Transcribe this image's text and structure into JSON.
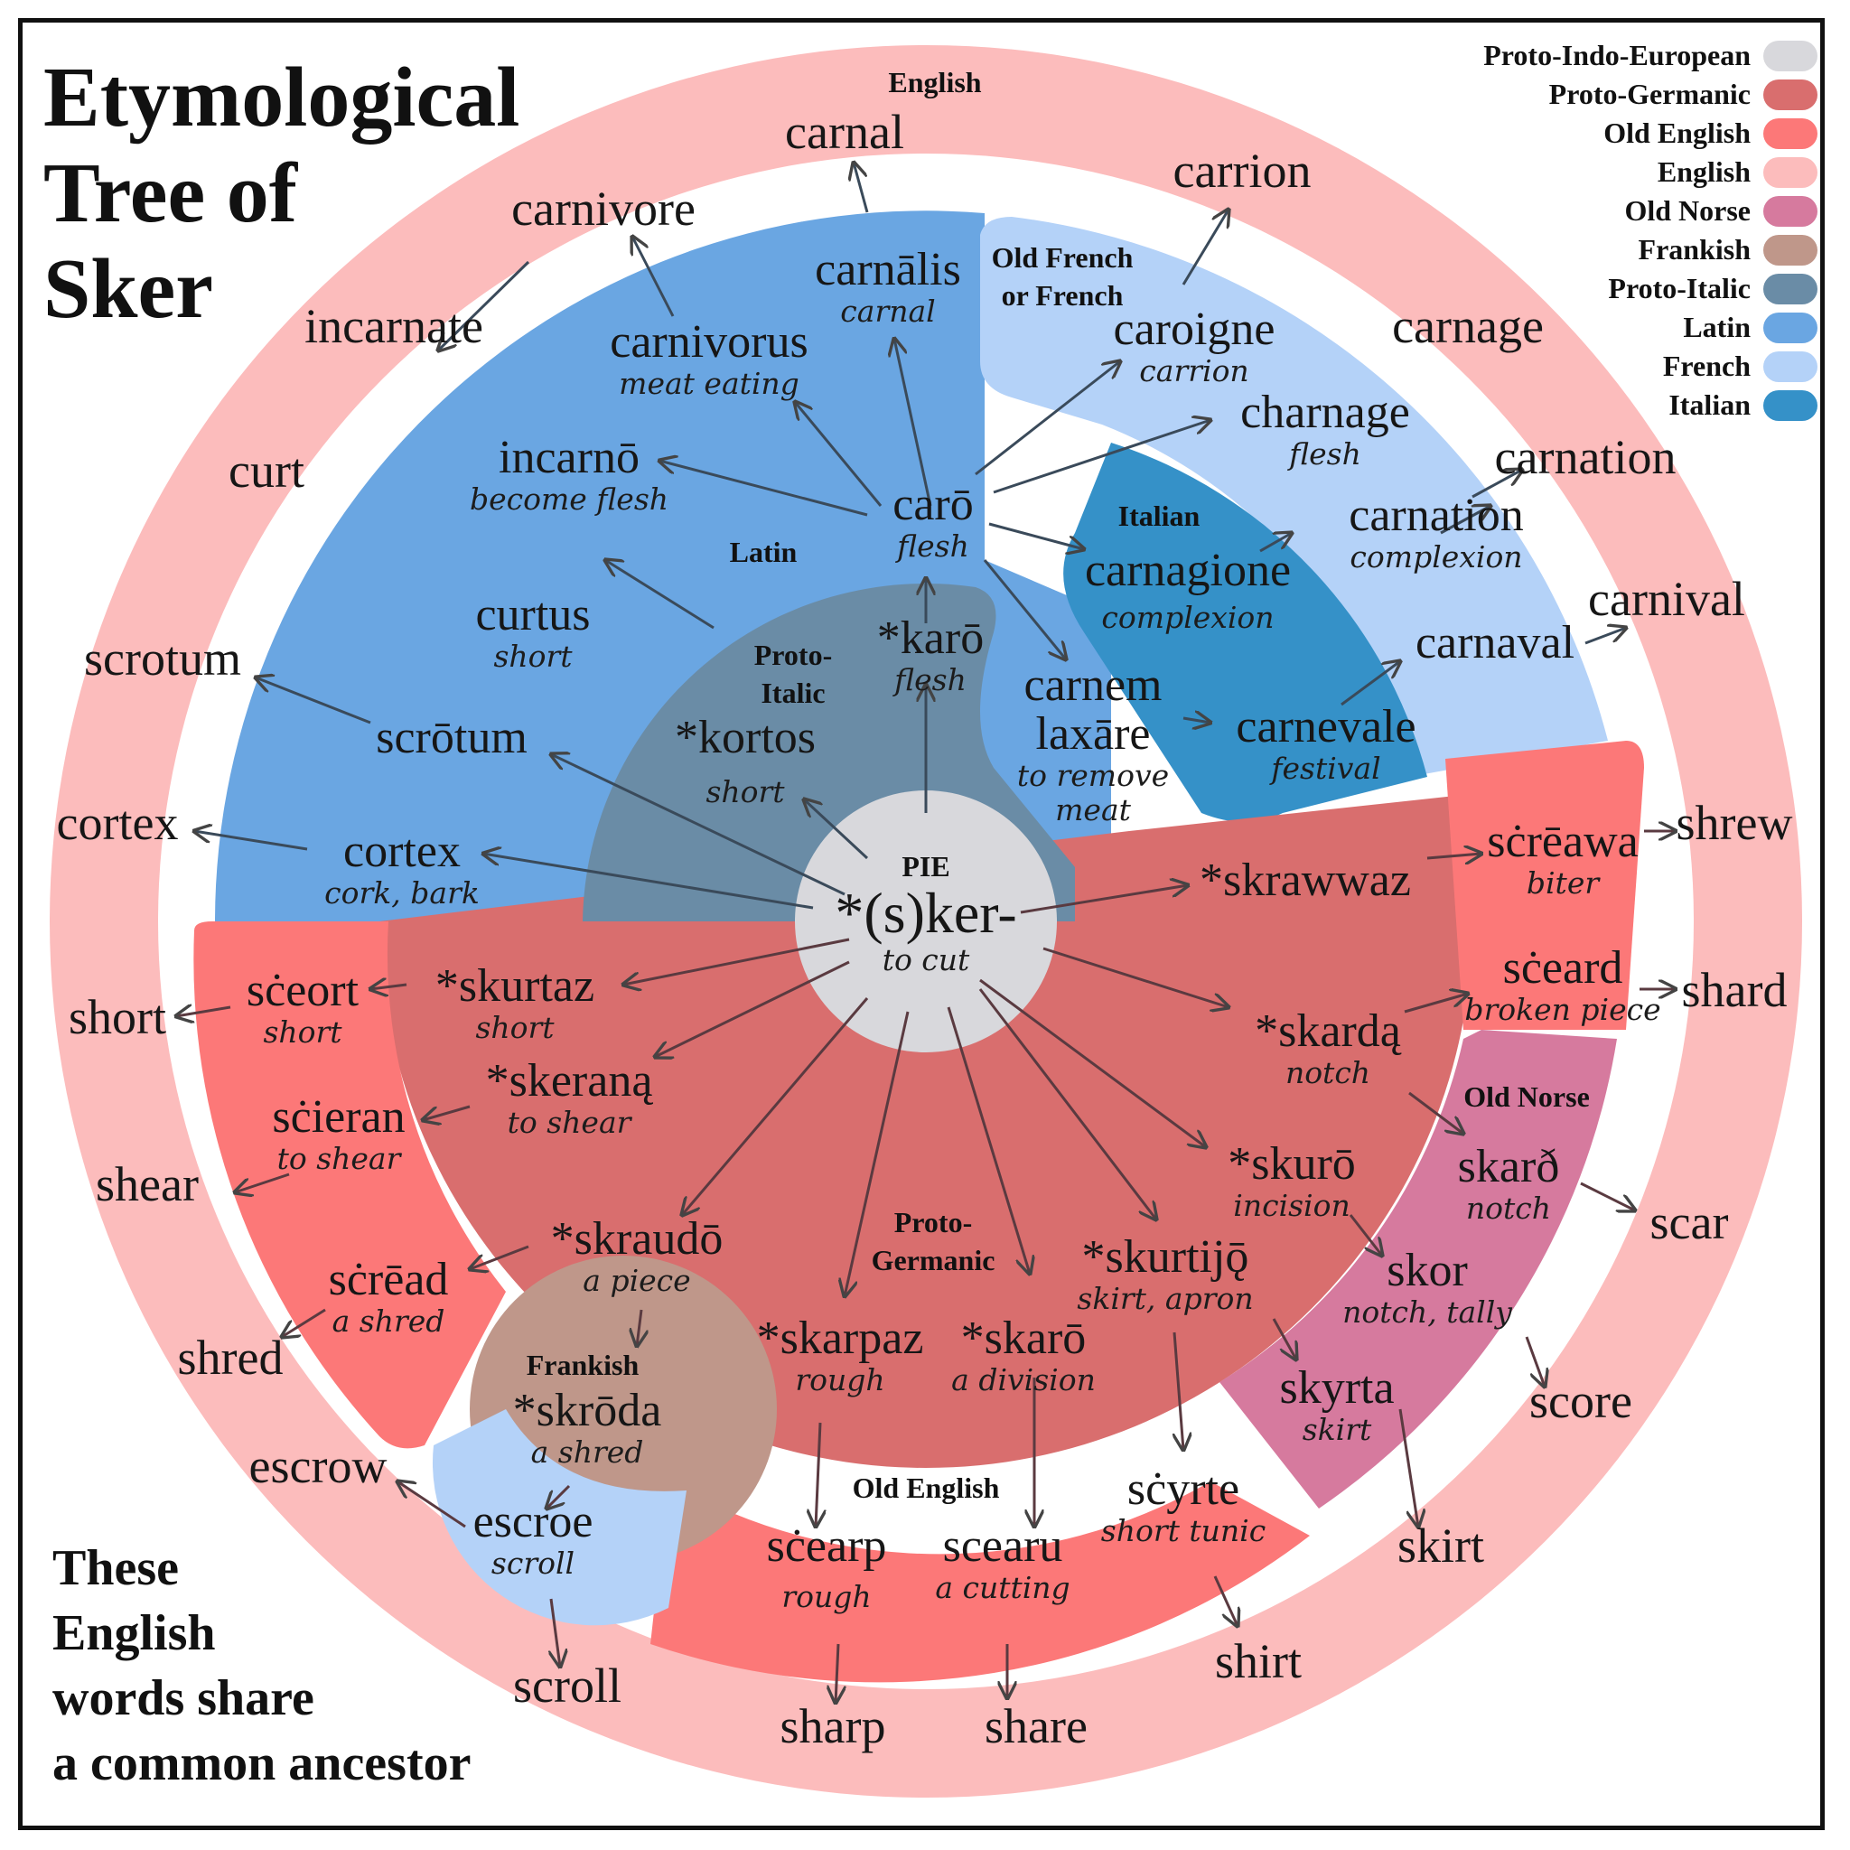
{
  "title": {
    "line1": "Etymological",
    "line2": "Tree of",
    "line3": "Sker"
  },
  "subtitle": {
    "line1": "These",
    "line2": "English",
    "line3": "words share",
    "line4": "a common ancestor"
  },
  "legend": [
    {
      "label": "Proto-Indo-European",
      "color": "#d8d8dc"
    },
    {
      "label": "Proto-Germanic",
      "color": "#d96e6e"
    },
    {
      "label": "Old English",
      "color": "#fc7878"
    },
    {
      "label": "English",
      "color": "#fcbcbc"
    },
    {
      "label": "Old Norse",
      "color": "#d67a9e"
    },
    {
      "label": "Frankish",
      "color": "#bf978a"
    },
    {
      "label": "Proto-Italic",
      "color": "#6a8ca6"
    },
    {
      "label": "Latin",
      "color": "#6aa6e2"
    },
    {
      "label": "French",
      "color": "#b4d2f8"
    },
    {
      "label": "Italian",
      "color": "#3591c8"
    }
  ],
  "root": {
    "lang": "PIE",
    "word": "*(s)ker-",
    "gloss": "to cut"
  },
  "region_labels": {
    "english": "English",
    "latin": "Latin",
    "proto_italic": "Proto-\nItalic",
    "proto_italic_1": "Proto-",
    "proto_italic_2": "Italic",
    "old_french_1": "Old French",
    "old_french_2": "or French",
    "italian": "Italian",
    "proto_germanic_1": "Proto-",
    "proto_germanic_2": "Germanic",
    "old_english": "Old English",
    "old_norse": "Old Norse",
    "frankish": "Frankish"
  },
  "proto_italic": [
    {
      "word": "*karō",
      "gloss": "flesh"
    },
    {
      "word": "*kortos",
      "gloss": "short"
    }
  ],
  "latin": [
    {
      "word": "carō",
      "gloss": "flesh"
    },
    {
      "word": "carnālis",
      "gloss": "carnal"
    },
    {
      "word": "carnivorus",
      "gloss": "meat eating"
    },
    {
      "word": "incarnō",
      "gloss": "become flesh"
    },
    {
      "word": "curtus",
      "gloss": "short"
    },
    {
      "word": "scrōtum",
      "gloss": ""
    },
    {
      "word": "cortex",
      "gloss": "cork, bark"
    },
    {
      "word": "carnem",
      "word2": "laxāre",
      "gloss": "to remove",
      "gloss2": "meat"
    }
  ],
  "french": [
    {
      "word": "caroigne",
      "gloss": "carrion"
    },
    {
      "word": "charnage",
      "gloss": "flesh"
    },
    {
      "word": "carnation",
      "gloss": "complexion"
    },
    {
      "word": "carnaval",
      "gloss": ""
    },
    {
      "word": "escroe",
      "gloss": "scroll"
    }
  ],
  "italian": [
    {
      "word": "carnagione",
      "gloss": "complexion"
    },
    {
      "word": "carnevale",
      "gloss": "festival"
    }
  ],
  "proto_germanic": [
    {
      "word": "*skrawwaz",
      "gloss": ""
    },
    {
      "word": "*skurtaz",
      "gloss": "short"
    },
    {
      "word": "*skeraną",
      "gloss": "to shear"
    },
    {
      "word": "*skardą",
      "gloss": "notch"
    },
    {
      "word": "*skurō",
      "gloss": "incision"
    },
    {
      "word": "*skraudō",
      "gloss": "a piece"
    },
    {
      "word": "*skurtijǭ",
      "gloss": "skirt, apron"
    },
    {
      "word": "*skarpaz",
      "gloss": "rough"
    },
    {
      "word": "*skarō",
      "gloss": "a division"
    }
  ],
  "old_english": [
    {
      "word": "sċrēawa",
      "gloss": "biter"
    },
    {
      "word": "sċeard",
      "gloss": "broken piece"
    },
    {
      "word": "sċeort",
      "gloss": "short"
    },
    {
      "word": "sċieran",
      "gloss": "to shear"
    },
    {
      "word": "sċrēad",
      "gloss": "a shred"
    },
    {
      "word": "sċearp",
      "gloss": "rough"
    },
    {
      "word": "scearu",
      "gloss": "a cutting"
    },
    {
      "word": "sċyrte",
      "gloss": "short tunic"
    }
  ],
  "old_norse": [
    {
      "word": "skarð",
      "gloss": "notch"
    },
    {
      "word": "skor",
      "gloss": "notch, tally"
    },
    {
      "word": "skyrta",
      "gloss": "skirt"
    }
  ],
  "frankish": [
    {
      "word": "*skrōda",
      "gloss": "a shred"
    }
  ],
  "english": [
    "carnal",
    "carrion",
    "carnivore",
    "incarnate",
    "carnage",
    "curt",
    "carnation",
    "scrotum",
    "carnival",
    "cortex",
    "shrew",
    "short",
    "shard",
    "shear",
    "scar",
    "shred",
    "score",
    "escrow",
    "skirt",
    "scroll",
    "shirt",
    "sharp",
    "share"
  ]
}
